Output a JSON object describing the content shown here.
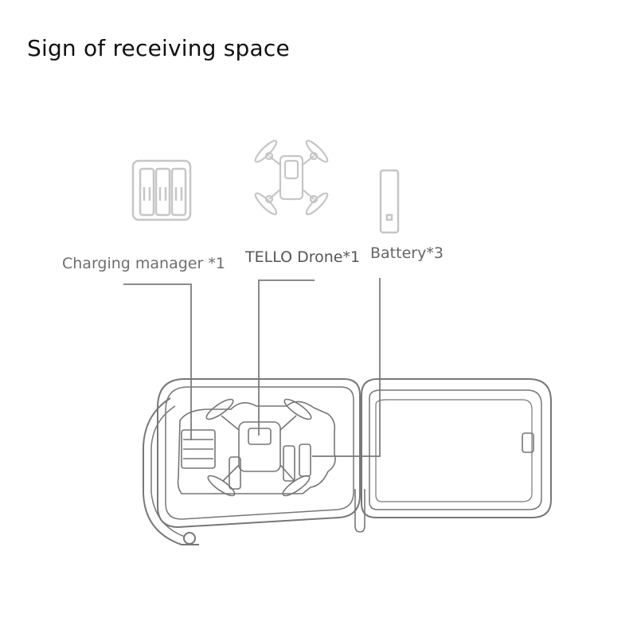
{
  "heading": "Sign of receiving space",
  "items": [
    {
      "key": "charger",
      "label": "Charging manager *1",
      "icon": "charging-manager-icon"
    },
    {
      "key": "drone",
      "label": "TELLO Drone*1",
      "icon": "drone-icon"
    },
    {
      "key": "battery",
      "label": "Battery*3",
      "icon": "battery-icon"
    }
  ],
  "colors": {
    "line": "#8a8a8a",
    "icon": "#c8c8c8",
    "heading": "#111111",
    "label": "#6e6e6e"
  }
}
